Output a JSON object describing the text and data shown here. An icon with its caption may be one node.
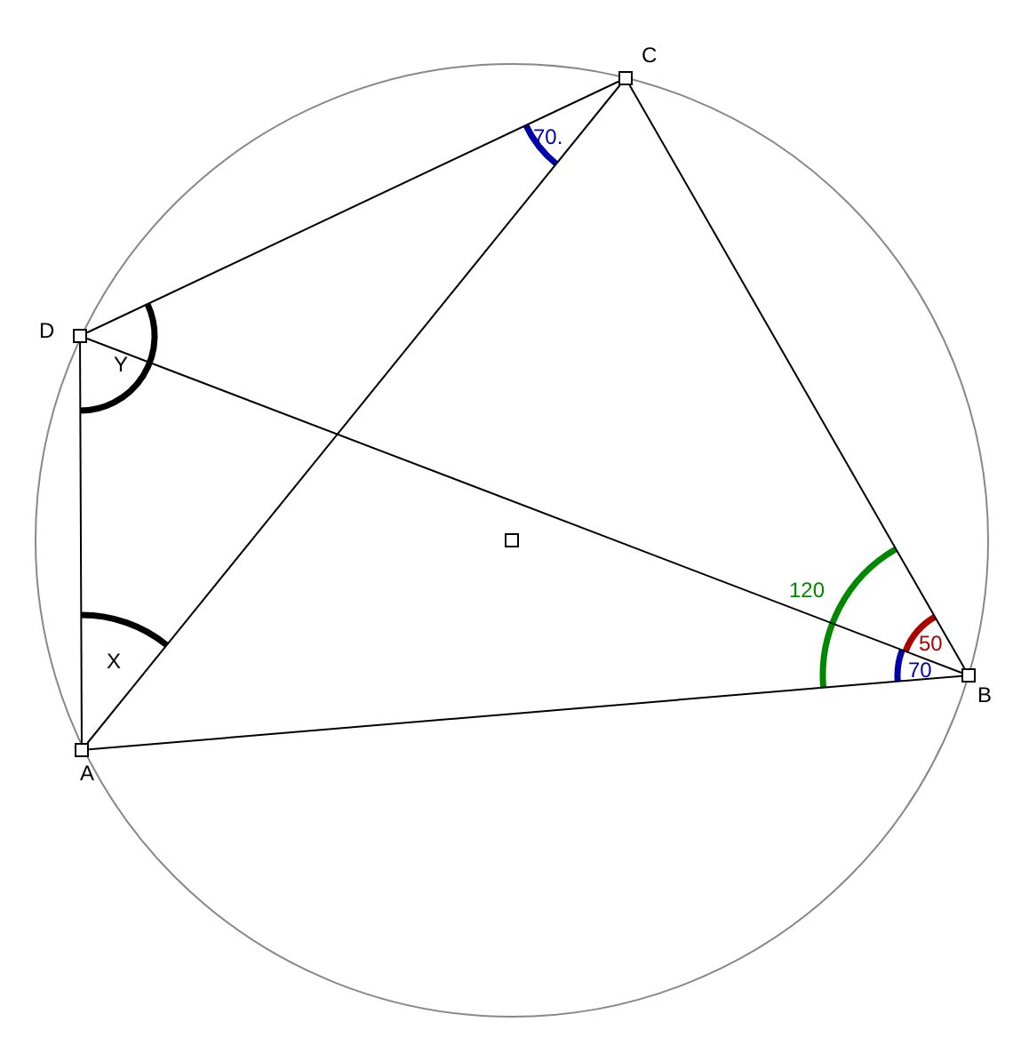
{
  "diagram": {
    "nodes": [
      {
        "text": [
          "C"
        ]
      },
      {
        "text": [
          "D"
        ]
      },
      {
        "text": [
          "A"
        ]
      },
      {
        "text": [
          "B"
        ]
      },
      {
        "text": [],
        "shape": "box"
      }
    ],
    "edges": [
      {
        "from": 2,
        "to": 3,
        "arrow": "none"
      },
      {
        "from": 3,
        "to": 0,
        "arrow": "none"
      },
      {
        "from": 0,
        "to": 1,
        "arrow": "none"
      },
      {
        "from": 1,
        "to": 2,
        "arrow": "none"
      },
      {
        "from": 2,
        "to": 0,
        "arrow": "none"
      },
      {
        "from": 1,
        "to": 3,
        "arrow": "none"
      }
    ],
    "labels": [
      "70.",
      "Y",
      "120",
      "50",
      "70",
      "X"
    ]
  }
}
